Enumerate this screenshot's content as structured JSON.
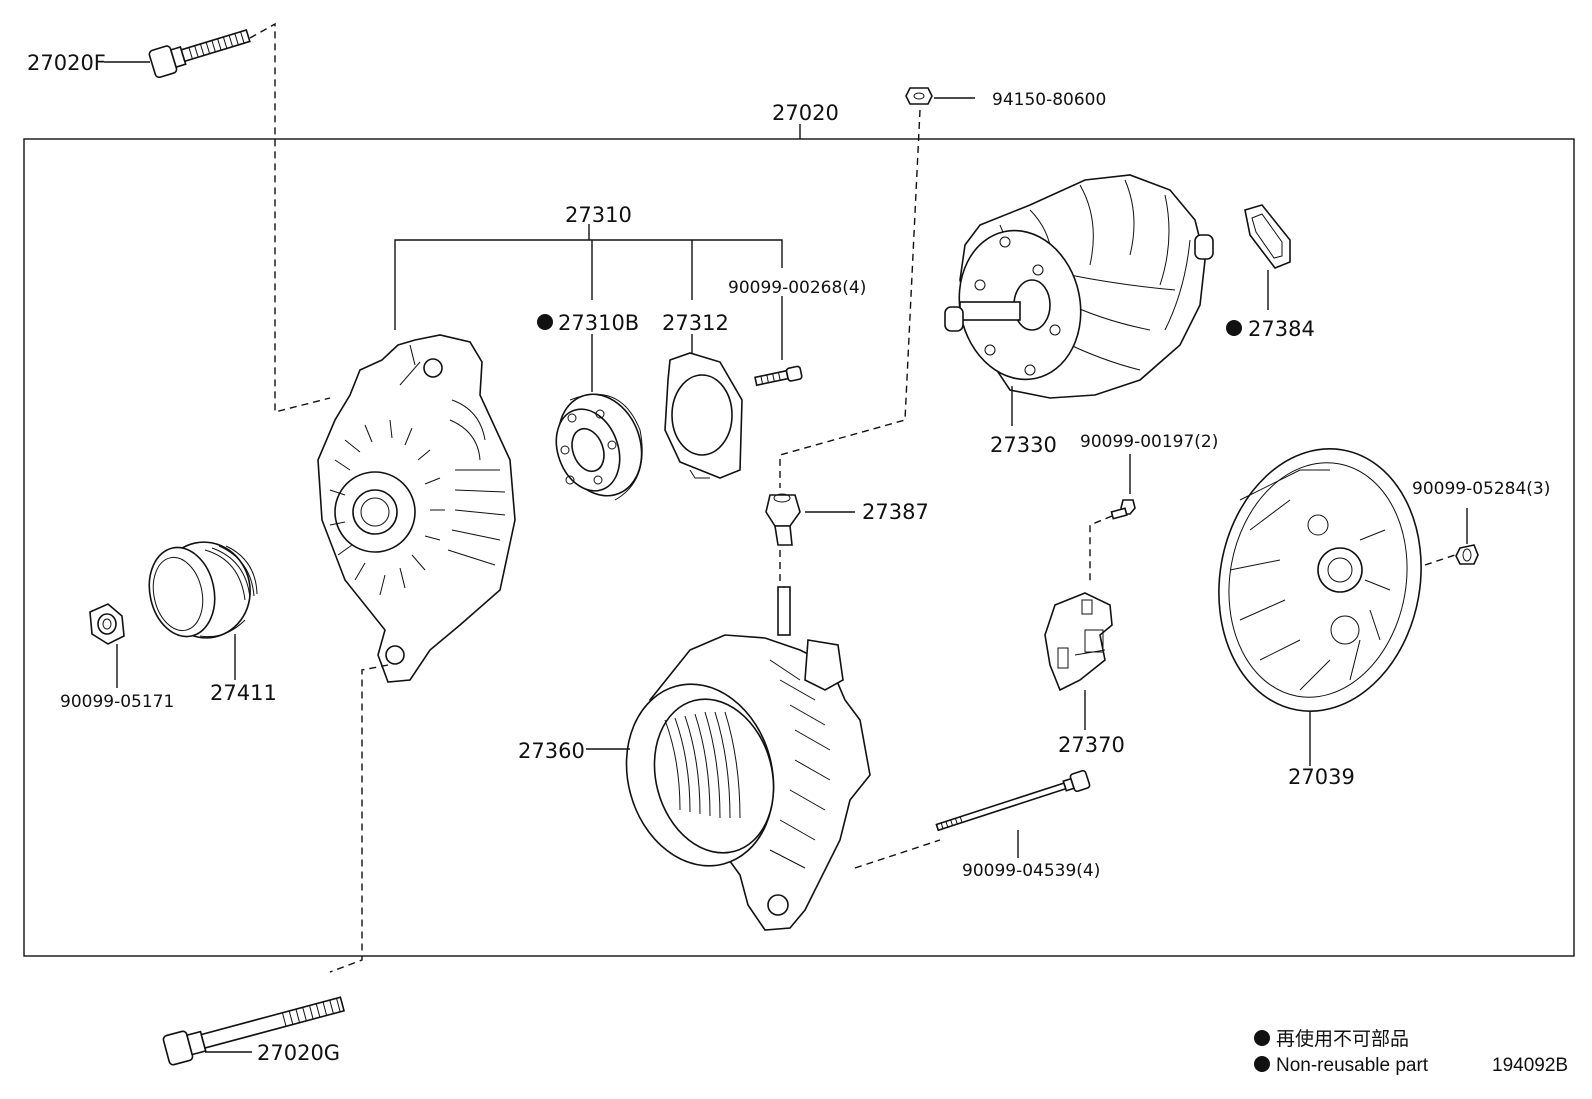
{
  "labels": {
    "p27020F": "27020F",
    "p27020": "27020",
    "p94150": "94150-80600",
    "p27310": "27310",
    "p27310B": "27310B",
    "p27312": "27312",
    "p90099_00268": "90099-00268(4)",
    "p27384": "27384",
    "p27330": "27330",
    "p90099_00197": "90099-00197(2)",
    "p27387": "27387",
    "p90099_05284": "90099-05284(3)",
    "p90099_05171": "90099-05171",
    "p27411": "27411",
    "p27360": "27360",
    "p27370": "27370",
    "p27039": "27039",
    "p90099_04539": "90099-04539(4)",
    "p27020G": "27020G"
  },
  "legend": {
    "japanese": "再使用不可部品",
    "english": "Non-reusable part"
  },
  "diagram_code": "194092B"
}
